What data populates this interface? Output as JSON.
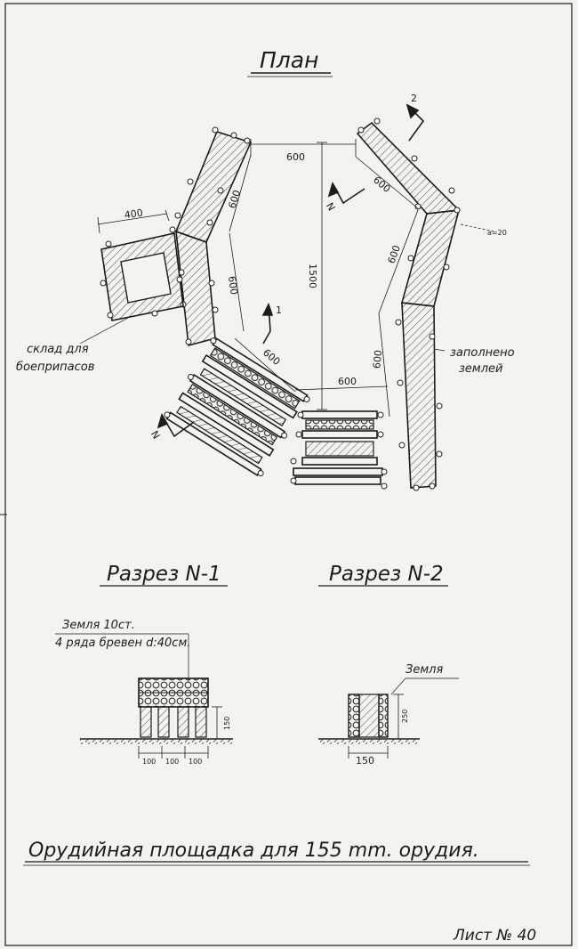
{
  "plan": {
    "title": "План",
    "dims": {
      "d_600_top": "600",
      "d_600_a": "600",
      "d_600_b": "600",
      "d_600_c": "600",
      "d_600_d": "600",
      "d_600_e": "600",
      "d_600_f": "600",
      "d_600_g": "600",
      "d_1500": "1500",
      "d_400": "400"
    },
    "labels": {
      "storage_line1": "склад для",
      "storage_line2": "боеприпасов",
      "filled_line1": "заполнено",
      "filled_line2": "землей",
      "side_note": "а=20"
    },
    "markers": {
      "north_a": "N",
      "north_b": "N",
      "section_1": "1",
      "section_2": "2"
    }
  },
  "section1": {
    "title": "Разрез N-1",
    "note_line1": "Земля 10ст.",
    "note_line2": "4 ряда бревен d:40см.",
    "dim_height": "150",
    "dims_bottom": [
      "100",
      "100",
      "100"
    ]
  },
  "section2": {
    "title": "Разрез N-2",
    "note": "Земля",
    "dim_height": "250",
    "dim_width": "150"
  },
  "caption": "Орудийная площадка для 155 mm. орудия.",
  "sheet": "Лист № 40"
}
